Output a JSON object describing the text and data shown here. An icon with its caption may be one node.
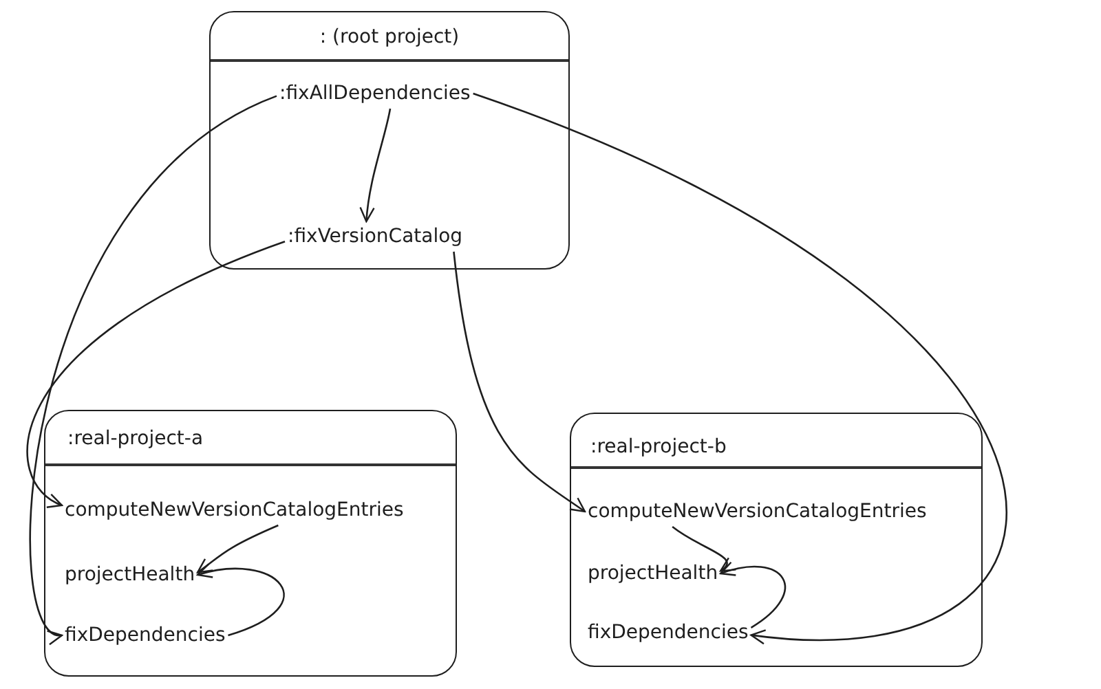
{
  "diagram": {
    "nodes": [
      {
        "text": [
          ": (root project)"
        ]
      },
      {
        "text": [
          ":fixAllDependencies"
        ],
        "in": 0
      },
      {
        "text": [
          ":fixVersionCatalog"
        ],
        "in": 0
      },
      {
        "text": [
          ":real-project-a"
        ]
      },
      {
        "text": [
          "computeNewVersionCatalogEntries"
        ],
        "in": 3
      },
      {
        "text": [
          "projectHealth"
        ],
        "in": 3
      },
      {
        "text": [
          "fixDependencies"
        ],
        "in": 3
      },
      {
        "text": [
          ":real-project-b"
        ]
      },
      {
        "text": [
          "computeNewVersionCatalogEntries"
        ],
        "in": 7
      },
      {
        "text": [
          "projectHealth"
        ],
        "in": 7
      },
      {
        "text": [
          "fixDependencies"
        ],
        "in": 7
      }
    ],
    "edges": [
      {
        "from": 1,
        "to": 2,
        "arrow": "to"
      },
      {
        "from": 1,
        "to": 6,
        "arrow": "to"
      },
      {
        "from": 2,
        "to": 4,
        "arrow": "to"
      },
      {
        "from": 2,
        "to": 8,
        "arrow": "to"
      },
      {
        "from": 1,
        "to": 10,
        "arrow": "to"
      },
      {
        "from": 4,
        "to": 5,
        "arrow": "to"
      },
      {
        "from": 6,
        "to": 5,
        "arrow": "to"
      },
      {
        "from": 8,
        "to": 9,
        "arrow": "to"
      },
      {
        "from": 10,
        "to": 9,
        "arrow": "to"
      }
    ]
  }
}
